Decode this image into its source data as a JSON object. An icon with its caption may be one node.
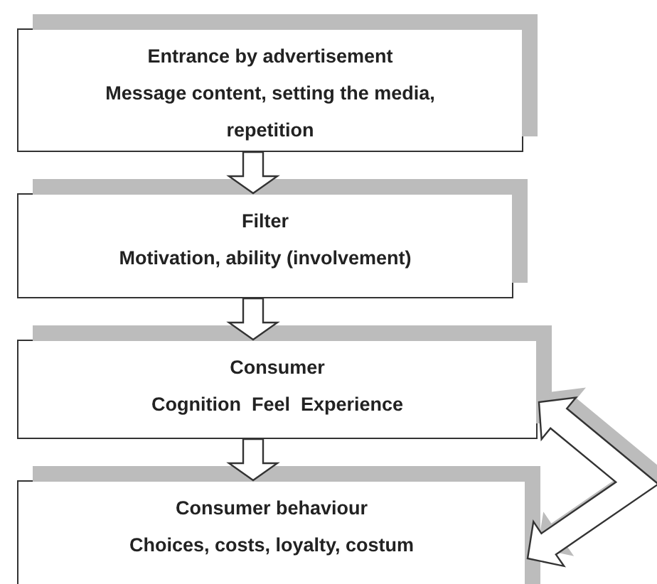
{
  "diagram": {
    "nodes": [
      {
        "text": [
          "Entrance by advertisement",
          "Message content, setting the media, repetition"
        ]
      },
      {
        "text": [
          "Filter",
          "Motivation, ability (involvement)"
        ]
      },
      {
        "text": [
          "Consumer",
          "Cognition  Feel  Experience"
        ]
      },
      {
        "text": [
          "Consumer behaviour",
          "Choices, costs, loyalty, costum"
        ]
      }
    ],
    "edges": [
      {
        "from": 0,
        "to": 1,
        "arrow": "to"
      },
      {
        "from": 1,
        "to": 2,
        "arrow": "to"
      },
      {
        "from": 2,
        "to": 3,
        "arrow": "to"
      },
      {
        "from": 3,
        "to": 2,
        "arrow": "both"
      }
    ]
  }
}
